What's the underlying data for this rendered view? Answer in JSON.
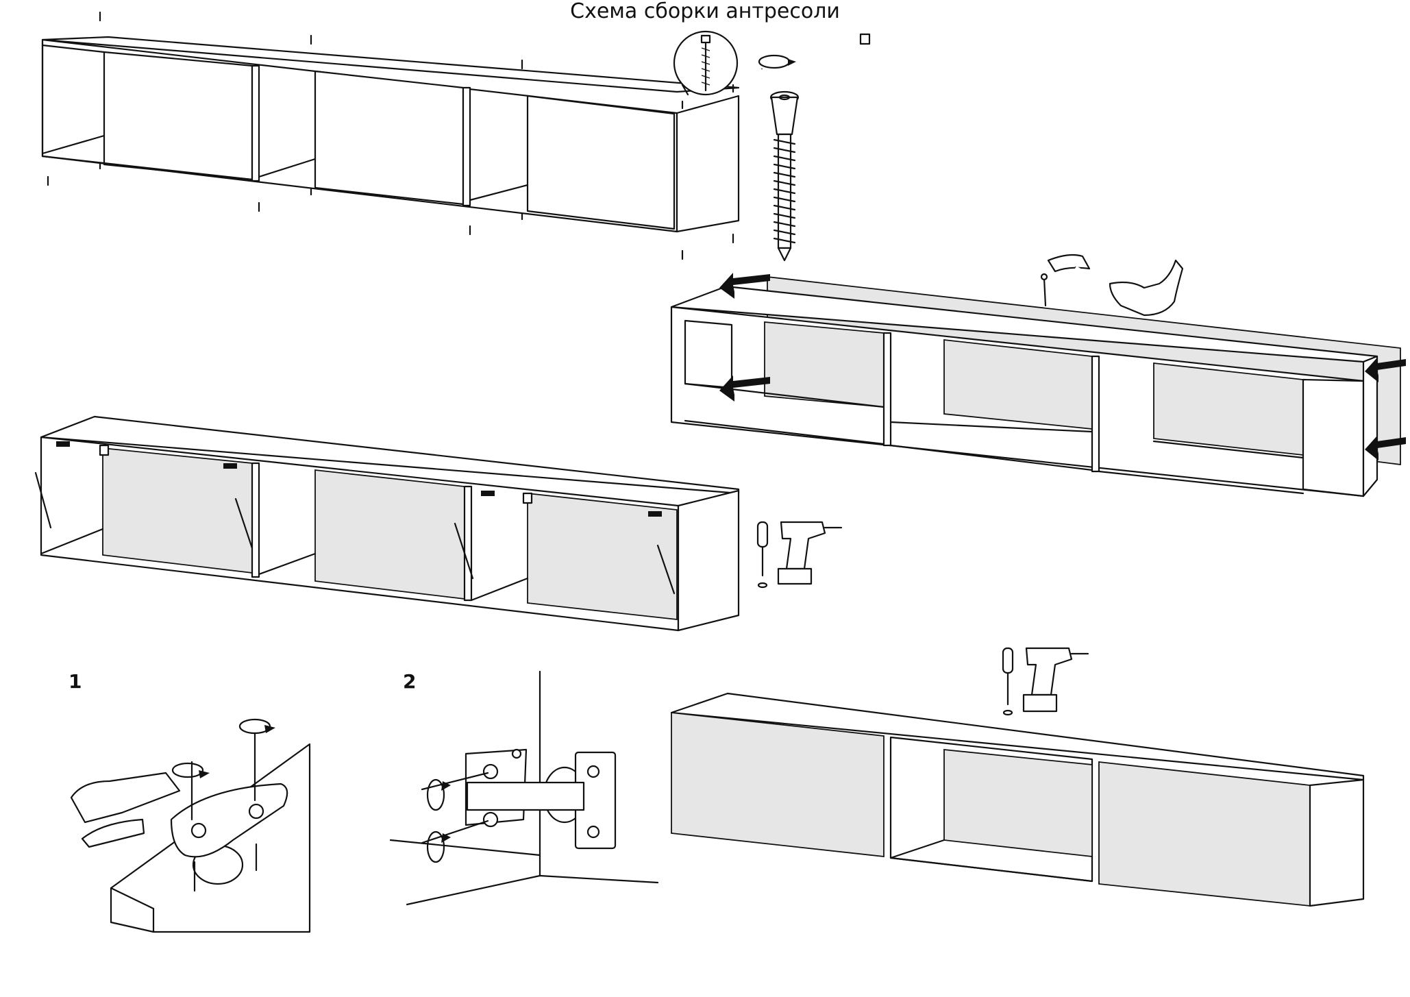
{
  "title": "Схема сборки антресоли",
  "steps": {
    "one": "1",
    "two": "2"
  },
  "colors": {
    "line": "#111111",
    "panel_fill": "#e6e6e6",
    "background": "#ffffff"
  },
  "icons": {
    "tools_top": [
      "hex-key-icon",
      "confirmat-screw-icon",
      "rotate-arrow-icon",
      "magnifier-icon"
    ],
    "tools_middle": [
      "hammer-icon",
      "hand-icon",
      "screwdriver-icon",
      "cordless-drill-icon"
    ],
    "arrows": [
      "push-arrow-icon"
    ]
  }
}
